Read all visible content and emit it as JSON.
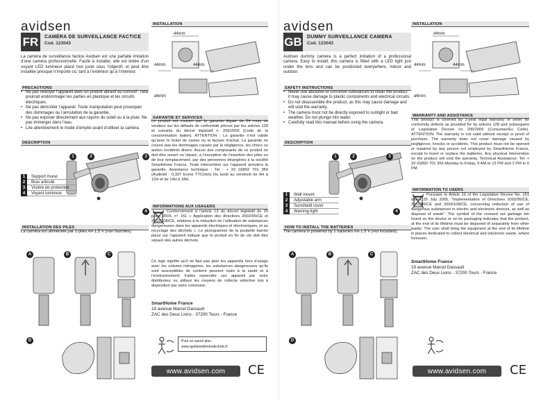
{
  "fr": {
    "logo": "avidsen",
    "flag": "FR",
    "title": "CAMÉRA DE SURVEILLANCE FACTICE",
    "code": "Cod. 123043",
    "intro": "La caméra de surveillance factice Avidsen est une parfaite imitation d’une caméra professionnelle. Facile à installer, elle est dotée d’un voyant LED lumineux placé tout juste sous l’objectif, et peut être installée presque n’importe où, tant à l’extérieur qu’à l’intérieur.",
    "precautions_title": "PRECAUTIONS",
    "precautions": [
      "Ne pas nettoyer l’appareil avec un produit abrasif ou corrosif : cela pourrait endommager les parties en plastique et les circuits électriques.",
      "Ne pas démonter l’appareil. Toute manipulation peut provoquer des dommages ou l’annulation de la garantie.",
      "Ne pas exposer directement aux rayons du soleil ou à la pluie. Ne pas immerger dans l’eau.",
      "Lire attentivement le mode d’emploi avant d’utiliser la caméra."
    ],
    "description_title": "DESCRIPTION",
    "parts": [
      {
        "n": "1",
        "label": "Support mural"
      },
      {
        "n": "2",
        "label": "Bras articulé"
      },
      {
        "n": "3",
        "label": "Visière de protection"
      },
      {
        "n": "4",
        "label": "Voyant lumineux"
      }
    ],
    "batteries_title": "INSTALLATION DES PILES",
    "batteries_text": "La caméra est alimentée par 2 piles AA 1,5 V (non fournies).",
    "installation_title": "INSTALLATION",
    "dim1": "44mm",
    "dim2": "44mm",
    "dim3": "44mm",
    "screw": "ø6mm",
    "warranty_title": "GARANTIE ET SERVICES",
    "warranty_text": "Le produit est couvert par la garantie légale de 24 mois du vendeur sur les défauts de conformité prévue par les articles 128 et suivants du décret législatif n. 206/2005 (Code de la consommation italien). ATTENTION : La garantie n’est valide qu’avec le ticket de caisse ou la facture d’achat. La garantie ne couvre pas les dommages causés par la négligence, les chocs ou autres incidents divers. Aucun des composants de ce produit ne doit être ouvert ou réparé, à l’exception de l’insertion des piles ou de leur remplacement, par des personnes étrangères à la société SmartHome France. Toute intervention sur l’appareil annulera la garantie. Assistance technique : Tel : + 33 (0)892 701 369 (Audiotel : 0,337 Euros TTC/min) Du lundi au vendredi de 9H à 12H et de 14H à 18H.",
    "users_title": "INFORMATIONS AUX USAGERS",
    "users_text1": "Conformément à l’article 13 du décret législatif du 25 juillet 2005, n° 151 « Application des directives 2002/95/CE et 2003/108/CE, relatives à la réduction de l’utilisation de substances dangereuses dans les appareils électriques et électroniques, et au recyclage des déchets ». Le pictogramme de la poubelle barrée placé sur l’appareil indique que le produit en fin de vie doit être séparé des autres déchets.",
    "users_text2": "Ce logo signifie qu’il ne faut pas jeter les appareils hors d’usage avec les ordures ménagères, les substances dangereuses qu’ils sont susceptibles de contenir peuvent nuire à la santé et à l’environnement. Faites reprendre ces appareil par votre distributeur ou utilisez les moyens de collecte sélective mis à disposition par votre commune.",
    "company": "SmartHome France",
    "street": "19 avenue Marcel Dassault",
    "city": "ZAC des Deux Lions - 37200 Tours - France",
    "more_info": "Pour en savoir plus :",
    "more_url": "www.quefairedemesdechets.fr",
    "website": "www.avidsen.com",
    "ce": "CE",
    "steps": [
      "A",
      "B",
      "C",
      "D"
    ]
  },
  "gb": {
    "logo": "avidsen",
    "flag": "GB",
    "title": "DUMMY SURVEILLANCE CAMERA",
    "code": "Cod. 123043",
    "intro": "Avidsen dummy camera is a perfect imitation of a professional camera. Easy to install, this camera is fitted with a LED light just under the lens and can be positioned everywhere, indoor and outdoor.",
    "safety_title": "SAFETY INSTRUCTIONS",
    "safety": [
      "Never use abrasive or corrosive substances to clean the product: it may cause damage to plastic components and electrical circuits.",
      "Do not disassemble the product, as this may cause damage and will void the warranty.",
      "The camera must not be directly exposed to sunlight or bad weather. Do not plunge into water.",
      "Carefully read this manual before using the camera."
    ],
    "description_title": "DESCRIPTION",
    "parts": [
      {
        "n": "1",
        "label": "Wall mount"
      },
      {
        "n": "2",
        "label": "Adjustable arm"
      },
      {
        "n": "3",
        "label": "Sunshield cover"
      },
      {
        "n": "4",
        "label": "Warning light"
      }
    ],
    "batteries_title": "HOW TO INSTALL THE BATTERIES",
    "batteries_text": "The camera is powered by 2 batteries AA 1.5 V (not included).",
    "installation_title": "INSTALLATION",
    "dim1": "44mm",
    "dim2": "44mm",
    "dim3": "44mm",
    "screw": "ø6mm",
    "warranty_title": "WARRANTY AND ASSISTANCE",
    "warranty_text": "This product is covered by 2-year legal warranty of seller for conformity defects as provided for by articles 128 and subsequent of Legislative Decree no 206/2005 (Consumer/Es Code). ATTENTION: The warranty is not valid without receipt or proof of purchase. The warranty does not cover damage caused by negligence, knocks or accidents. This product must not be opened or repaired by any person not employed by SmartHome France, except to insert or replace the batteries. Any physical intervention on the product will void the warranty. Technical Assistance: Tel: + 33 (0)892 701 369 Monday to Friday, 9 AM to 12 PM and 2 PM to 6 PM.",
    "users_title": "INFORMATION TO USERS",
    "users_text": "Pursuant to Article 13 of the Legislative Decree No. 151 dated 25 July 2005, “Implementation of Directives 2002/95/CE, 2002/96/CE and 2003/108/CE, concerning reduction of use of dangerous substances in electric and electronic devices, as well as disposal of waste”. The symbol of the crossed out garbage bin found on the device or on its packaging indicates that the product, at the end of its lifetime must be disposed of separately from other waste. The user shall bring the equipment at the end of its lifetime in places dedicated to collect electrical and electronic waste, where foreseen.",
    "company": "SmartHome France",
    "street": "19 avenue Marcel Dassault",
    "city": "ZAC des Deux Lions - 37200 Tours - France",
    "website": "www.avidsen.com",
    "ce": "CE",
    "steps": [
      "A",
      "B",
      "C",
      "D"
    ]
  }
}
